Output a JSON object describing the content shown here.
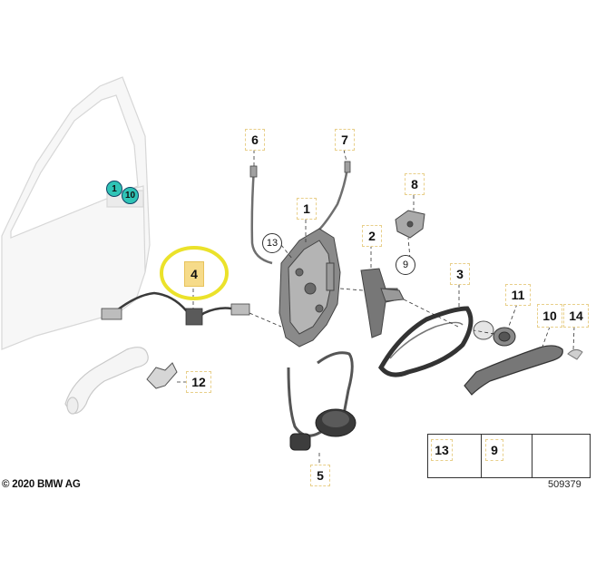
{
  "copyright": "© 2020 BMW AG",
  "document_number": "509379",
  "callouts": {
    "c1": "1",
    "c2": "2",
    "c3": "3",
    "c4": "4",
    "c5": "5",
    "c6": "6",
    "c7": "7",
    "c8": "8",
    "c9": "9",
    "c10": "10",
    "c11": "11",
    "c12": "12",
    "c13": "13",
    "c14": "14",
    "door_1": "1",
    "door_10": "10"
  },
  "legend": {
    "item13": "13",
    "item9": "9"
  },
  "colors": {
    "highlight_fill": "#f6db8a",
    "highlight_ring": "#ebe22a",
    "teal_marker": "#2fc4b6"
  }
}
